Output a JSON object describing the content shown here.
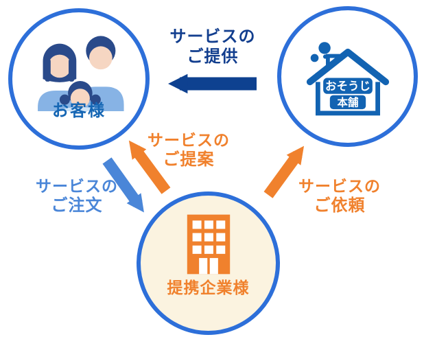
{
  "diagram": {
    "circles": {
      "customer": {
        "label": "お客様",
        "icon": "family-icon"
      },
      "honpo": {
        "logo_line1": "おそうじ",
        "logo_line2": "本舗",
        "icon": "house-logo-icon"
      },
      "partner": {
        "label": "提携企業様",
        "icon": "building-icon"
      }
    },
    "arrows": {
      "provide": {
        "line1": "サービスの",
        "line2": "ご提供",
        "direction": "honpo-to-customer",
        "color": "#0e4190"
      },
      "propose": {
        "line1": "サービスの",
        "line2": "ご提案",
        "direction": "partner-to-customer",
        "color": "#f0812d"
      },
      "order": {
        "line1": "サービスの",
        "line2": "ご注文",
        "direction": "customer-to-partner",
        "color": "#4a86d8"
      },
      "request": {
        "line1": "サービスの",
        "line2": "ご依頼",
        "direction": "partner-to-honpo",
        "color": "#f0812d"
      }
    },
    "colors": {
      "ring_blue": "#2d6fd9",
      "navy": "#0e4190",
      "light_blue": "#4a86d8",
      "orange": "#f0812d",
      "cream": "#fbf3e0",
      "customer_label_blue": "#1566b4",
      "skin": "#f6d6c2",
      "hair_navy": "#2a4a8a",
      "shirt_blue": "#87b3e5",
      "child_shirt_blue": "#cfe4f7",
      "logo_blue": "#1263b2"
    }
  }
}
